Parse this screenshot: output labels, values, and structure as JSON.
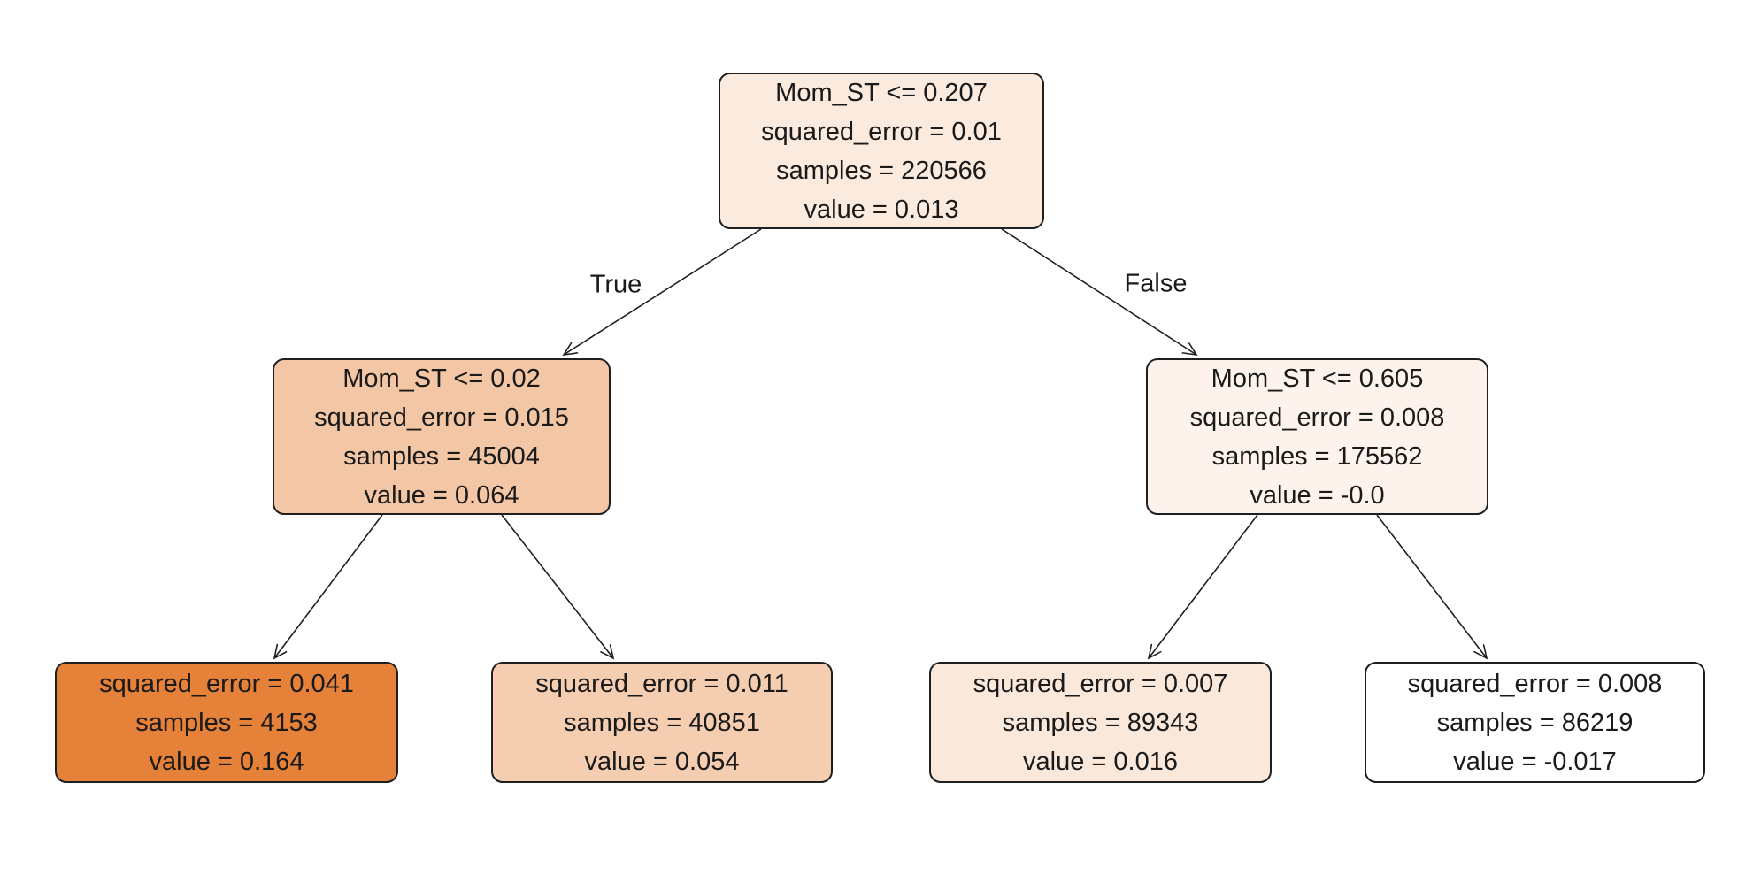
{
  "figure": {
    "type": "decision-tree",
    "background": "#ffffff"
  },
  "colors": {
    "node_border": "#1f1f1f",
    "edge_stroke": "#1f1f1f",
    "text": "#1a1a1a",
    "max_value_fill": "#e58139",
    "min_value_fill": "#ffffff"
  },
  "edge_labels": {
    "left": "True",
    "right": "False"
  },
  "tree": {
    "nodes": [
      {
        "id": "root",
        "depth": 0,
        "fill": "#fbeade",
        "lines": [
          "Mom_ST <= 0.207",
          "squared_error = 0.01",
          "samples = 220566",
          "value = 0.013"
        ],
        "children": [
          "left-internal",
          "right-internal"
        ]
      },
      {
        "id": "left-internal",
        "depth": 1,
        "fill": "#f3c7a6",
        "lines": [
          "Mom_ST <= 0.02",
          "squared_error = 0.015",
          "samples = 45004",
          "value = 0.064"
        ],
        "children": [
          "leaf-1",
          "leaf-2"
        ]
      },
      {
        "id": "right-internal",
        "depth": 1,
        "fill": "#fdf3ec",
        "lines": [
          "Mom_ST <= 0.605",
          "squared_error = 0.008",
          "samples = 175562",
          "value = -0.0"
        ],
        "children": [
          "leaf-3",
          "leaf-4"
        ]
      },
      {
        "id": "leaf-1",
        "depth": 2,
        "fill": "#e58139",
        "lines": [
          "squared_error = 0.041",
          "samples = 4153",
          "value = 0.164"
        ],
        "children": []
      },
      {
        "id": "leaf-2",
        "depth": 2,
        "fill": "#f5cdb1",
        "lines": [
          "squared_error = 0.011",
          "samples = 40851",
          "value = 0.054"
        ],
        "children": []
      },
      {
        "id": "leaf-3",
        "depth": 2,
        "fill": "#fae8db",
        "lines": [
          "squared_error = 0.007",
          "samples = 89343",
          "value = 0.016"
        ],
        "children": []
      },
      {
        "id": "leaf-4",
        "depth": 2,
        "fill": "#ffffff",
        "lines": [
          "squared_error = 0.008",
          "samples = 86219",
          "value = -0.017"
        ],
        "children": []
      }
    ]
  }
}
